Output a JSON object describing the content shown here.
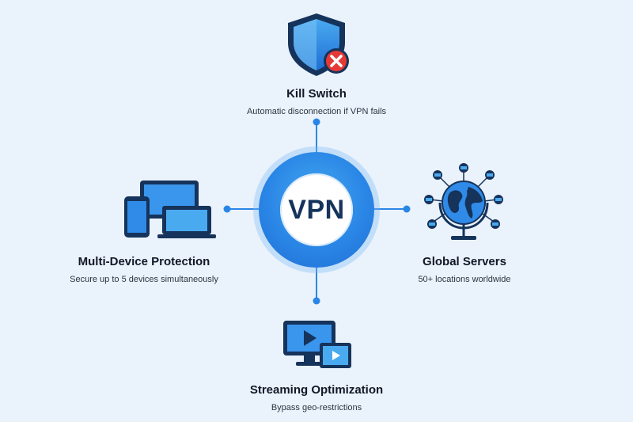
{
  "hub": {
    "label": "VPN"
  },
  "features": {
    "top": {
      "title": "Kill Switch",
      "description": "Automatic disconnection if VPN fails",
      "icon": "shield-x-icon"
    },
    "left": {
      "title": "Multi-Device Protection",
      "description": "Secure up to 5 devices simultaneously",
      "icon": "devices-icon"
    },
    "right": {
      "title": "Global Servers",
      "description": "50+ locations worldwide",
      "icon": "globe-servers-icon"
    },
    "bottom": {
      "title": "Streaming Optimization",
      "description": "Bypass geo-restrictions",
      "icon": "streaming-icon"
    }
  },
  "colors": {
    "background": "#eaf2fb",
    "primary_blue": "#2a86e6",
    "dark_navy": "#15335b",
    "alert_red": "#e53935"
  }
}
